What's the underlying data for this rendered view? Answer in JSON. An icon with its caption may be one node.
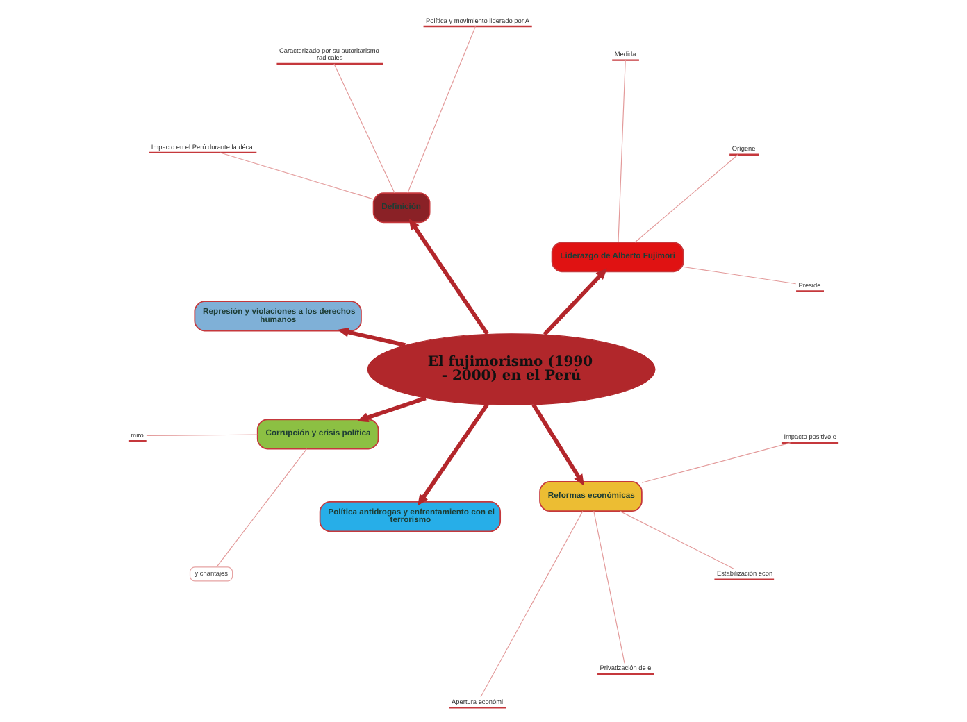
{
  "diagram": {
    "nodes": [
      {
        "text": [
          "El fujimorismo (1990 - 2000) en el Perú"
        ]
      },
      {
        "text": [
          "Represión y violaciones a los derechos humanos"
        ]
      },
      {
        "text": [
          "Corrupción y crisis política"
        ]
      },
      {
        "text": [
          "miro"
        ]
      },
      {
        "text": [
          "y chantajes"
        ]
      },
      {
        "text": [
          "Política antidrogas y enfrentamiento con el terrorismo"
        ]
      },
      {
        "text": [
          "Definición"
        ]
      },
      {
        "text": [
          "Política y movimiento liderado por A"
        ]
      },
      {
        "text": [
          "Caracterizado por su autoritarismo radicales"
        ]
      },
      {
        "text": [
          "Impacto en el Perú durante la déca"
        ]
      },
      {
        "text": [
          "Liderazgo de Alberto Fujimori"
        ]
      },
      {
        "text": [
          "Preside"
        ]
      },
      {
        "text": [
          "Orígene"
        ]
      },
      {
        "text": [
          "Medida"
        ]
      },
      {
        "text": [
          "Reformas económicas"
        ]
      },
      {
        "text": [
          "Apertura económi"
        ]
      },
      {
        "text": [
          "Privatización de e"
        ]
      },
      {
        "text": [
          "Estabilización econ"
        ]
      },
      {
        "text": [
          "Impacto positivo e"
        ]
      }
    ],
    "edges": [
      {
        "from": 0,
        "to": 1,
        "arrow": "to",
        "style": "thick",
        "color": "#b3262b"
      },
      {
        "from": 0,
        "to": 2,
        "arrow": "to",
        "style": "thick",
        "color": "#b3262b"
      },
      {
        "from": 2,
        "to": 3,
        "arrow": "none"
      },
      {
        "from": 2,
        "to": 4,
        "arrow": "none"
      },
      {
        "from": 0,
        "to": 5,
        "arrow": "to",
        "style": "thick",
        "color": "#b3262b"
      },
      {
        "from": 0,
        "to": 6,
        "arrow": "to",
        "style": "thick",
        "color": "#b3262b"
      },
      {
        "from": 6,
        "to": 7,
        "arrow": "none"
      },
      {
        "from": 6,
        "to": 8,
        "arrow": "none"
      },
      {
        "from": 6,
        "to": 9,
        "arrow": "none"
      },
      {
        "from": 0,
        "to": 10,
        "arrow": "to",
        "style": "thick",
        "color": "#b3262b"
      },
      {
        "from": 10,
        "to": 11,
        "arrow": "none"
      },
      {
        "from": 10,
        "to": 12,
        "arrow": "none"
      },
      {
        "from": 10,
        "to": 13,
        "arrow": "none"
      },
      {
        "from": 0,
        "to": 14,
        "arrow": "to",
        "style": "thick",
        "color": "#b3262b"
      },
      {
        "from": 14,
        "to": 15,
        "arrow": "none"
      },
      {
        "from": 14,
        "to": 16,
        "arrow": "none"
      },
      {
        "from": 14,
        "to": 17,
        "arrow": "none"
      },
      {
        "from": 14,
        "to": 18,
        "arrow": "none"
      }
    ]
  }
}
